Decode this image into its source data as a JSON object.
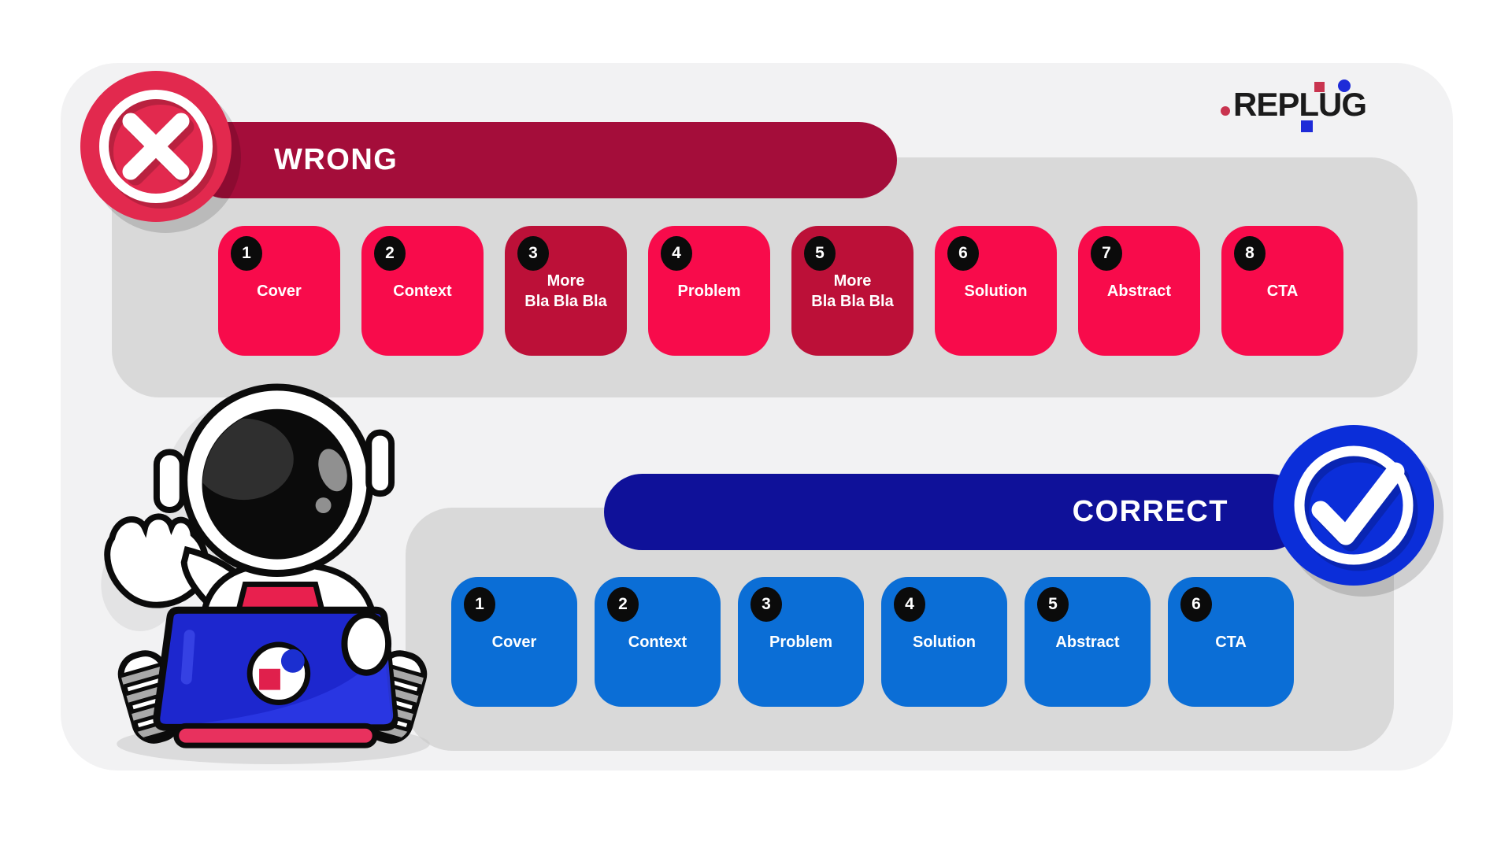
{
  "logo": {
    "dot": ".",
    "text": "REPLUG"
  },
  "wrong_section": {
    "title": "WRONG",
    "badge_icon": "x-icon",
    "cards": [
      {
        "number": "1",
        "label": "Cover",
        "variant": "bright"
      },
      {
        "number": "2",
        "label": "Context",
        "variant": "bright"
      },
      {
        "number": "3",
        "label": "More\nBla Bla Bla",
        "variant": "dark"
      },
      {
        "number": "4",
        "label": "Problem",
        "variant": "bright"
      },
      {
        "number": "5",
        "label": "More\nBla Bla Bla",
        "variant": "dark"
      },
      {
        "number": "6",
        "label": "Solution",
        "variant": "bright"
      },
      {
        "number": "7",
        "label": "Abstract",
        "variant": "bright"
      },
      {
        "number": "8",
        "label": "CTA",
        "variant": "bright"
      }
    ]
  },
  "correct_section": {
    "title": "CORRECT",
    "badge_icon": "check-icon",
    "cards": [
      {
        "number": "1",
        "label": "Cover",
        "variant": "bright"
      },
      {
        "number": "2",
        "label": "Context",
        "variant": "bright"
      },
      {
        "number": "3",
        "label": "Problem",
        "variant": "bright"
      },
      {
        "number": "4",
        "label": "Solution",
        "variant": "bright"
      },
      {
        "number": "5",
        "label": "Abstract",
        "variant": "bright"
      },
      {
        "number": "6",
        "label": "CTA",
        "variant": "bright"
      }
    ]
  },
  "mascot": {
    "description": "astronaut-with-laptop"
  },
  "colors": {
    "page_background": "#FFFFFF",
    "canvas_card": "#F2F2F3",
    "tray": "#D9D9D9",
    "wrong_banner": "#A40D3A",
    "wrong_card": "#F80B4B",
    "wrong_card_dark": "#BC1038",
    "wrong_badge": "#E2294E",
    "correct_banner": "#0F1199",
    "correct_card": "#0B6ED6",
    "correct_badge": "#0B2ED9",
    "number_badge": "#0B0B0B",
    "text_on_color": "#FFFFFF",
    "logo_text": "#1B1B1B",
    "logo_red": "#C9344F",
    "logo_blue": "#1E2BD8"
  }
}
